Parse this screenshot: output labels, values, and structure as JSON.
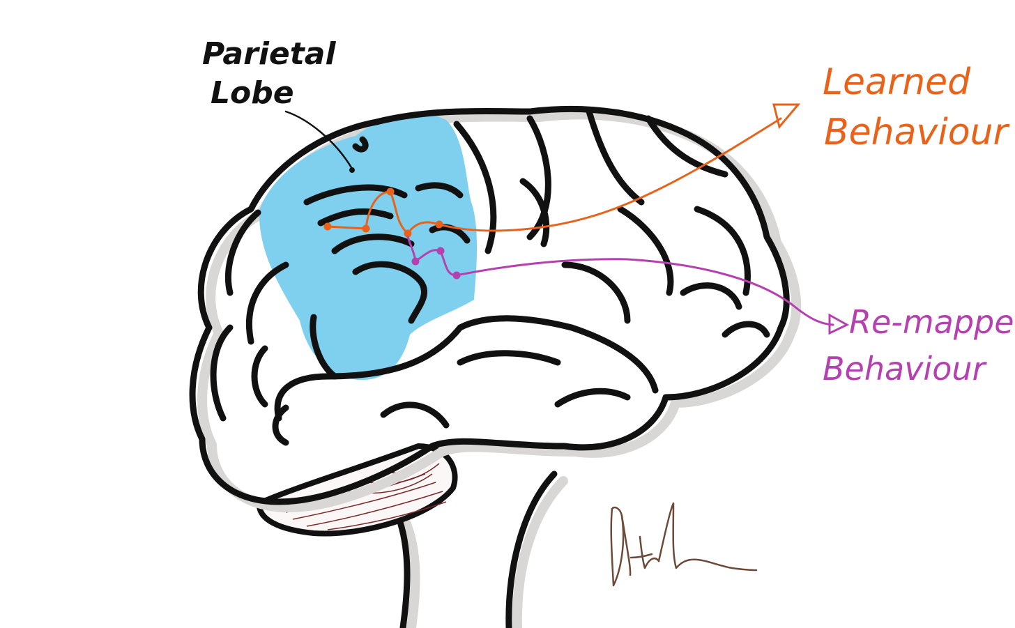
{
  "labels": {
    "region_line1": "Parietal",
    "region_line2": "Lobe",
    "learned_line1": "Learned",
    "learned_line2": "Behaviour",
    "remapped_line1": "Re-mapped",
    "remapped_line2": "Behaviour"
  },
  "colors": {
    "outline": "#111111",
    "shadow": "#d9d7d6",
    "parietal_fill": "#7fd0ee",
    "learned_pathway": "#e8621a",
    "remapped_pathway": "#b540b0",
    "cerebellum_hatch": "#7a2a2a",
    "signature": "#6b4a3a"
  },
  "icons": {
    "brain": "brain-illustration-icon",
    "signature": "signature-icon"
  }
}
